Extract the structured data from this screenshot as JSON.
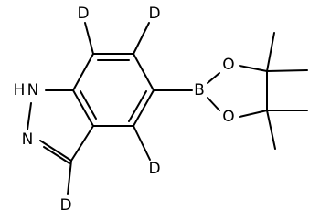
{
  "molecule": {
    "bond_color": "#000000",
    "background": "#ffffff",
    "atoms": {
      "d_top_left": "D",
      "d_top_right": "D",
      "d_right_mid": "D",
      "d_bottom": "D",
      "nh": "N",
      "nh_h": "H",
      "n": "N",
      "boron": "B",
      "oxygen_top": "O",
      "oxygen_bottom": "O"
    }
  }
}
